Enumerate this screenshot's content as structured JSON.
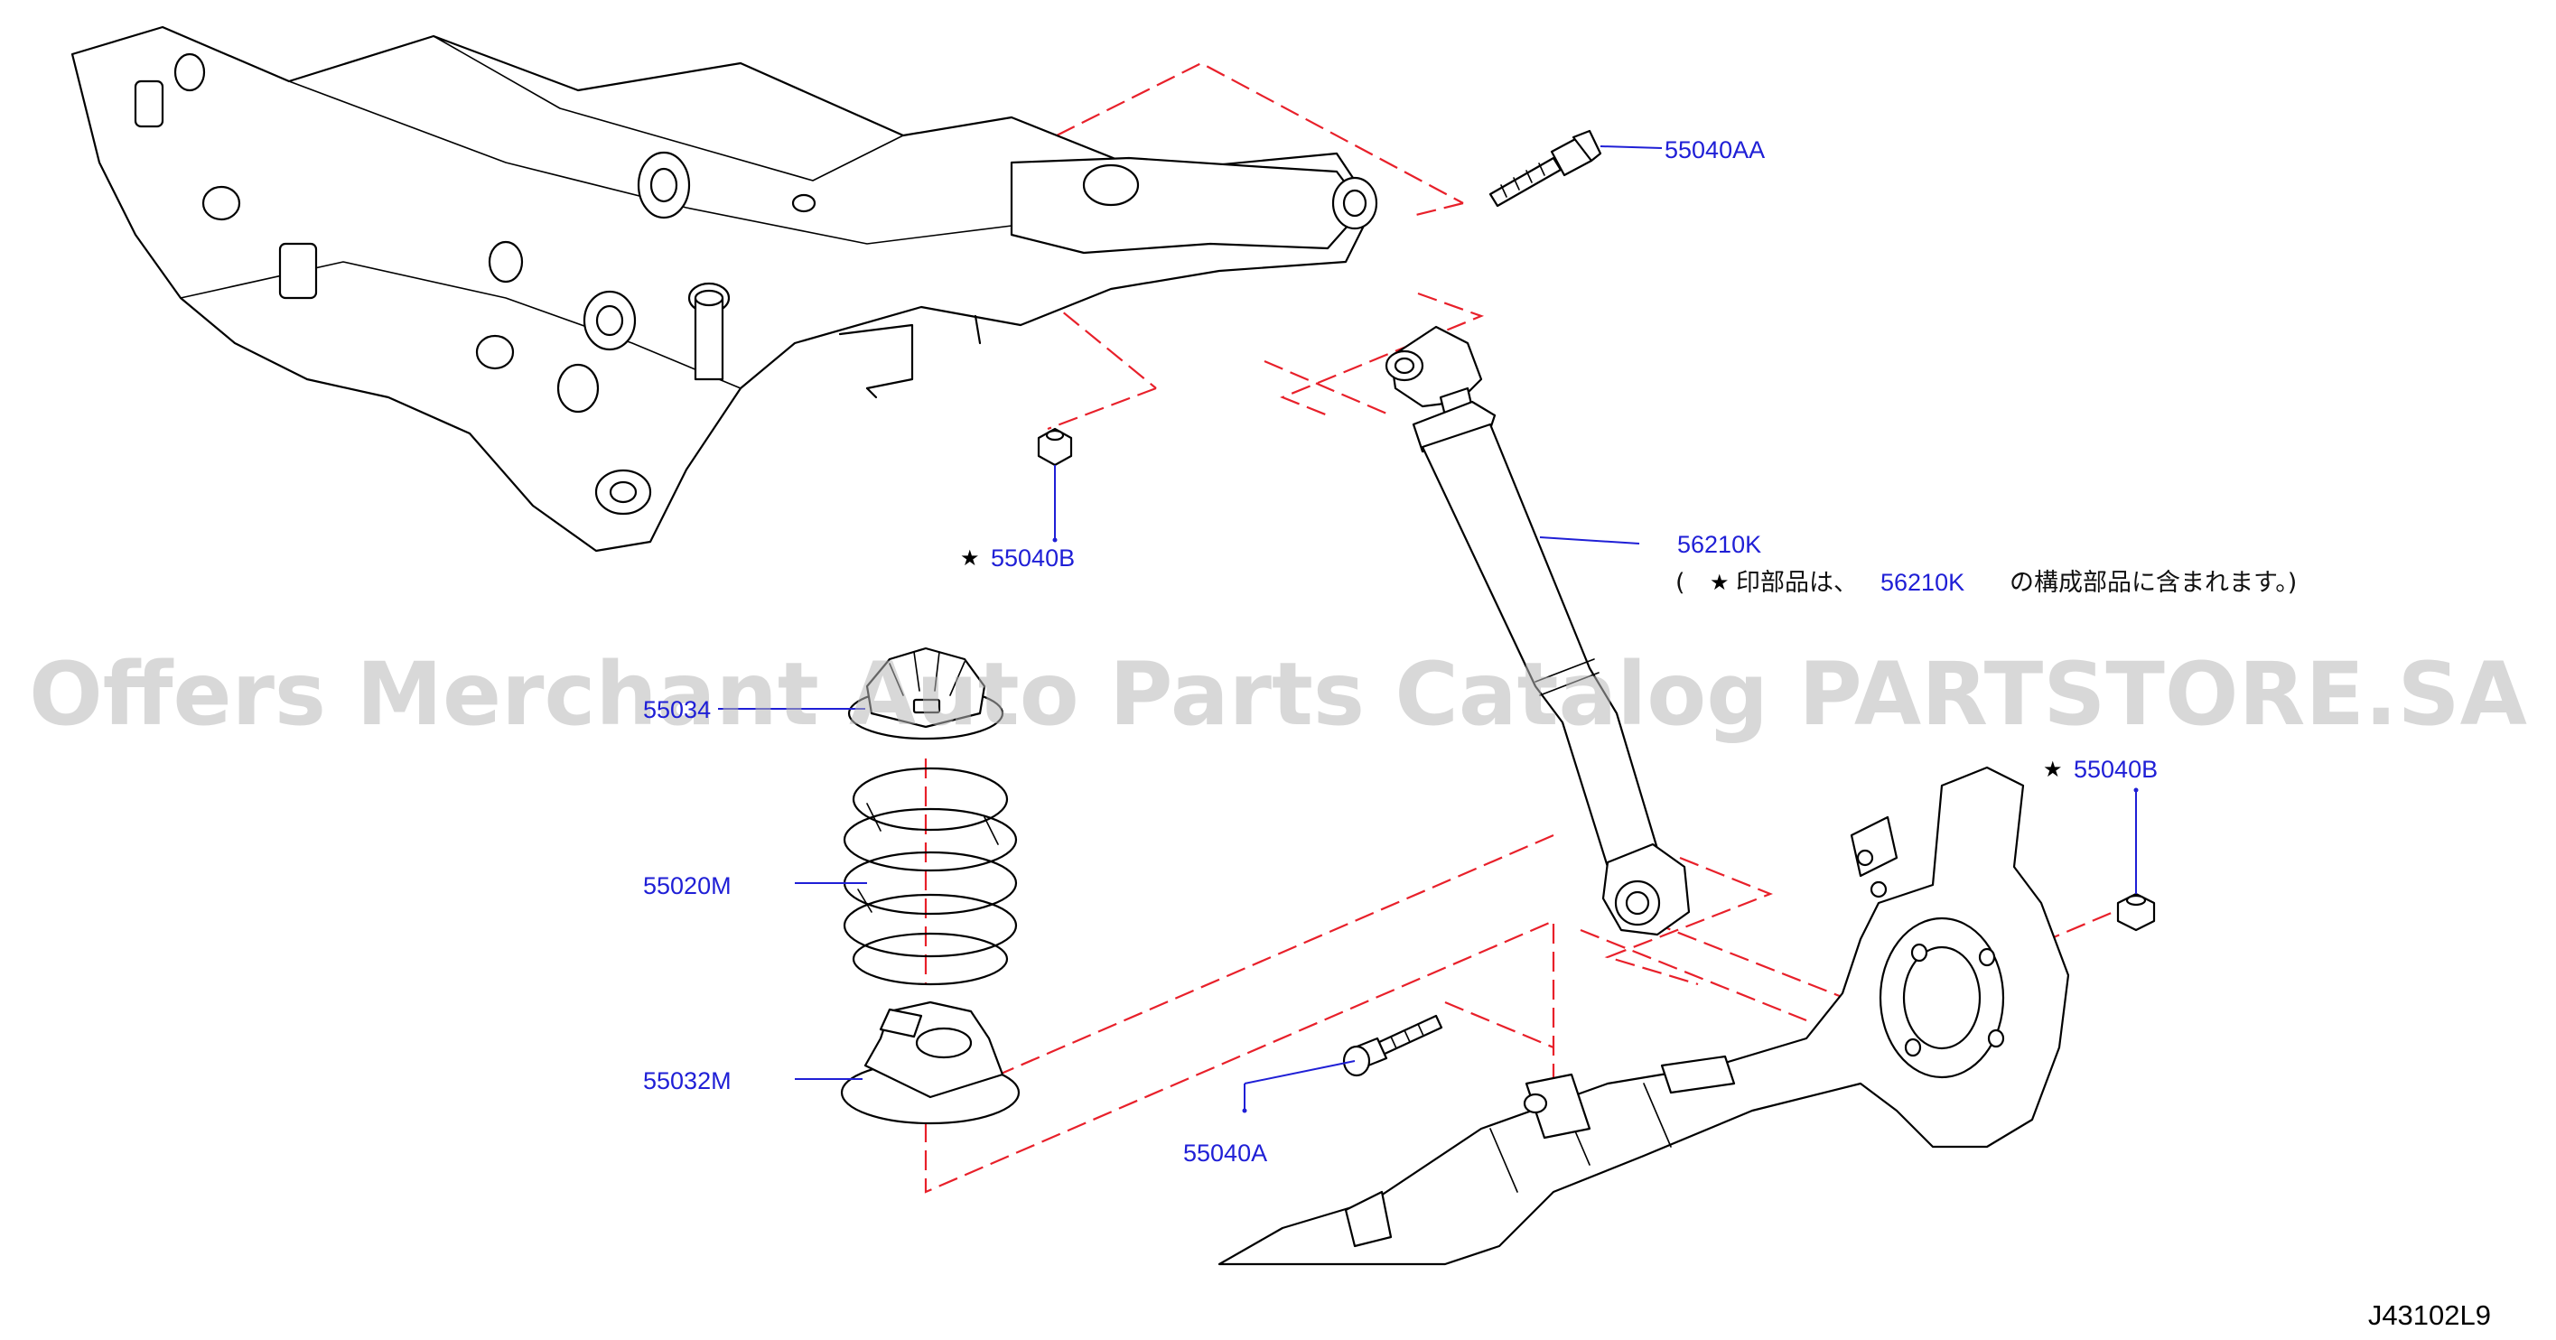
{
  "diagram": {
    "code": "J43102L9",
    "watermark": "Offers Merchant Auto Parts Catalog PARTSTORE.SA",
    "star_symbol": "★",
    "note": {
      "open": "(",
      "star": "★",
      "prefix": "印部品は、",
      "part": "56210K",
      "suffix": "の構成部品に含まれます。)"
    },
    "labels": {
      "bolt_upper": "55040AA",
      "nut_left": "55040B",
      "shock_absorber": "56210K",
      "nut_right": "55040B",
      "upper_seat": "55034",
      "coil_spring": "55020M",
      "lower_seat": "55032M",
      "bolt_lower": "55040A"
    },
    "colors": {
      "label": "#1f1fd6",
      "guide_dash": "#e8202a",
      "ink": "#000000",
      "watermark": "#b8b8b8"
    }
  }
}
